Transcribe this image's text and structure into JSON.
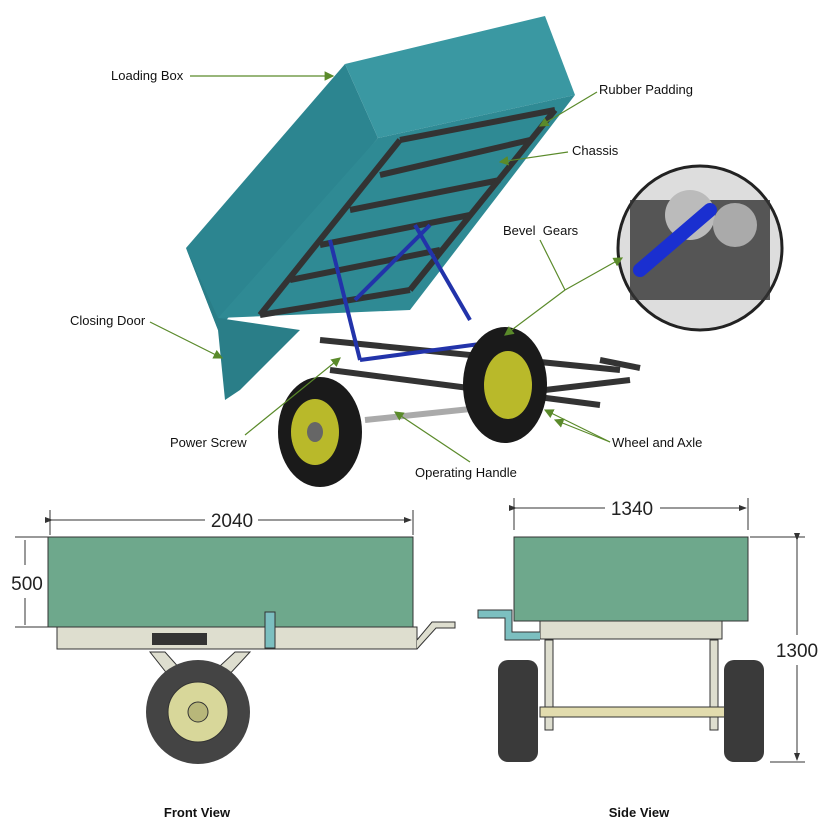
{
  "labels": {
    "loading_box": "Loading Box",
    "rubber_padding": "Rubber Padding",
    "chassis": "Chassis",
    "bevel_gears": "Bevel  Gears",
    "closing_door": "Closing Door",
    "power_screw": "Power Screw",
    "operating_handle": "Operating Handle",
    "wheel_and_axle": "Wheel and Axle"
  },
  "dimensions": {
    "front_width": "2040",
    "front_height": "500",
    "side_width": "1340",
    "side_height": "1300"
  },
  "captions": {
    "front_view": "Front View",
    "side_view": "Side View"
  },
  "colors": {
    "box_teal": "#2f8a94",
    "box_green": "#6aa88a",
    "leader_green": "#5a8a2a",
    "frame_blue": "#2233aa"
  }
}
